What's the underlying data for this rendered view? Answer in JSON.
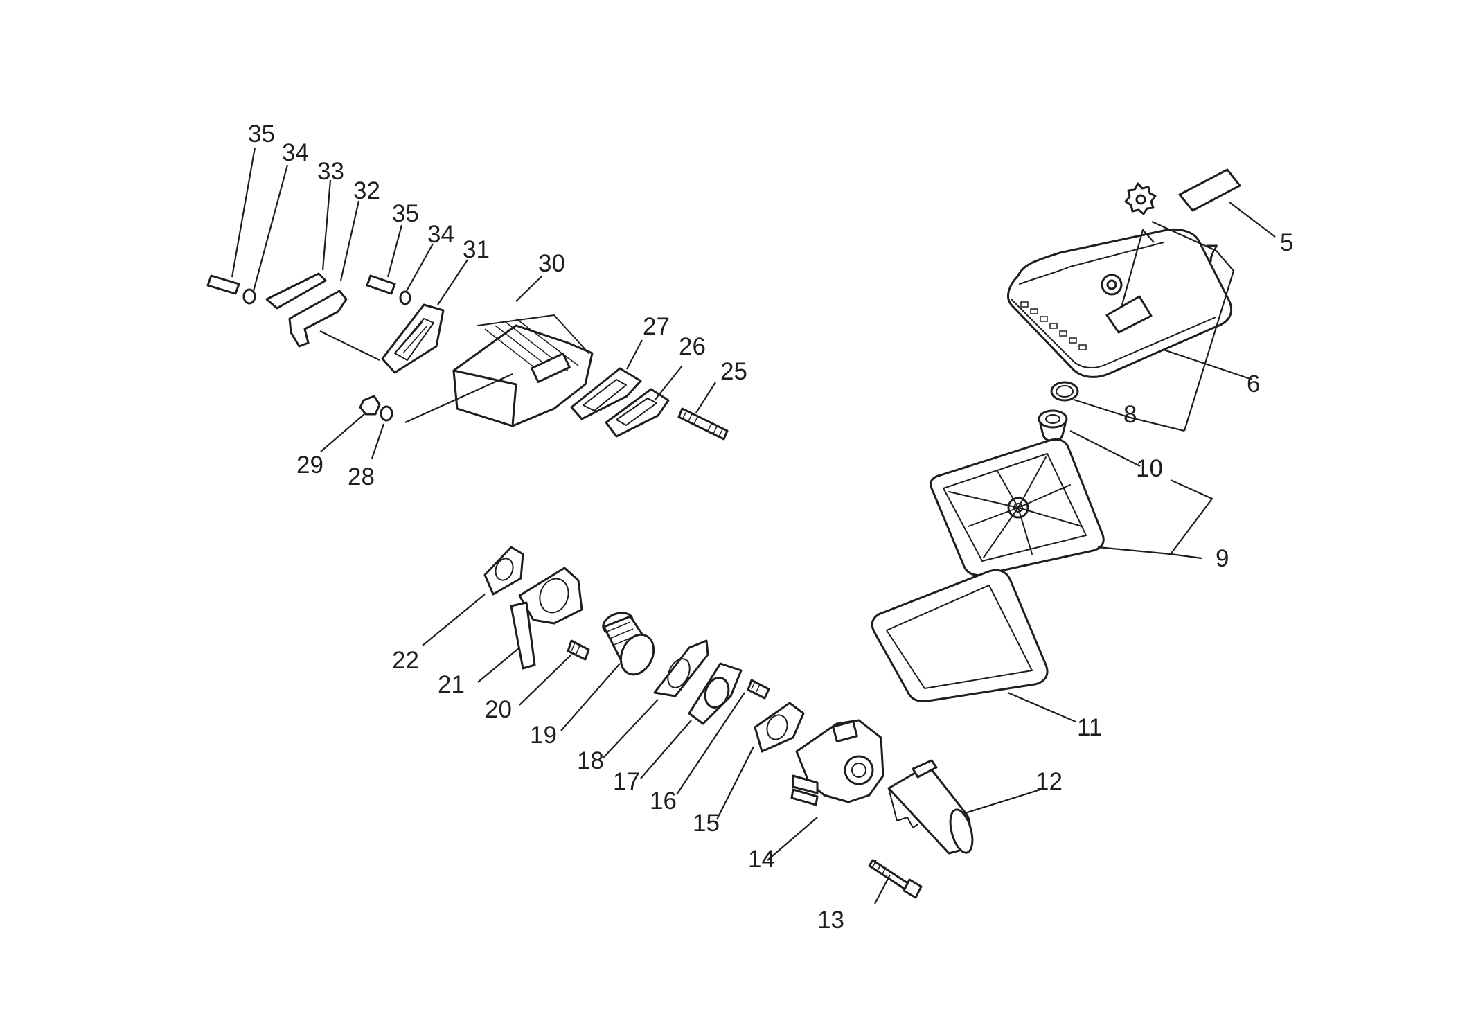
{
  "diagram": {
    "callouts": [
      {
        "id": "5",
        "label": "5"
      },
      {
        "id": "6",
        "label": "6"
      },
      {
        "id": "7",
        "label": "7"
      },
      {
        "id": "8",
        "label": "8"
      },
      {
        "id": "9",
        "label": "9"
      },
      {
        "id": "10",
        "label": "10"
      },
      {
        "id": "11",
        "label": "11"
      },
      {
        "id": "12",
        "label": "12"
      },
      {
        "id": "13",
        "label": "13"
      },
      {
        "id": "14",
        "label": "14"
      },
      {
        "id": "15",
        "label": "15"
      },
      {
        "id": "16",
        "label": "16"
      },
      {
        "id": "17",
        "label": "17"
      },
      {
        "id": "18",
        "label": "18"
      },
      {
        "id": "19",
        "label": "19"
      },
      {
        "id": "20",
        "label": "20"
      },
      {
        "id": "21",
        "label": "21"
      },
      {
        "id": "22",
        "label": "22"
      },
      {
        "id": "25",
        "label": "25"
      },
      {
        "id": "26",
        "label": "26"
      },
      {
        "id": "27",
        "label": "27"
      },
      {
        "id": "28",
        "label": "28"
      },
      {
        "id": "29",
        "label": "29"
      },
      {
        "id": "30",
        "label": "30"
      },
      {
        "id": "31",
        "label": "31"
      },
      {
        "id": "32",
        "label": "32"
      },
      {
        "id": "33",
        "label": "33"
      },
      {
        "id": "34a",
        "label": "34"
      },
      {
        "id": "35a",
        "label": "35"
      },
      {
        "id": "34b",
        "label": "34"
      },
      {
        "id": "35b",
        "label": "35"
      }
    ]
  }
}
